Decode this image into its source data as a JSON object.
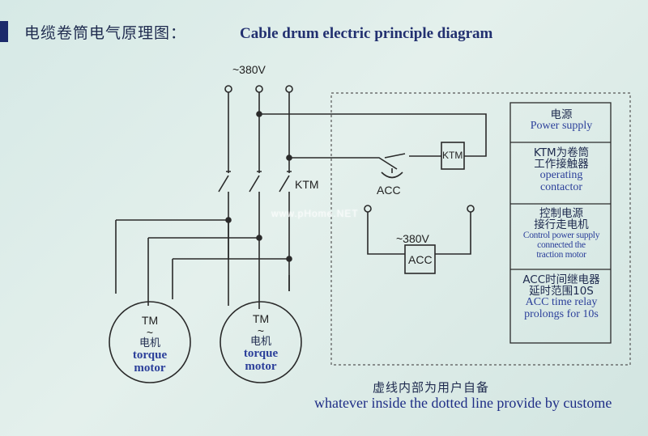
{
  "header": {
    "title_cn": "电缆卷筒电气原理图：",
    "title_en": "Cable drum electric principle diagram"
  },
  "circuit": {
    "supply_label": "~380V",
    "contactor_label": "KTM",
    "relay_contact_label": "ACC",
    "relay_supply_label": "~380V",
    "relay_coil_label": "ACC",
    "coil_box_label": "KTM"
  },
  "motors": [
    {
      "tm": "TM",
      "tilde": "~",
      "cn": "电机",
      "en1": "torque",
      "en2": "motor"
    },
    {
      "tm": "TM",
      "tilde": "~",
      "cn": "电机",
      "en1": "torque",
      "en2": "motor"
    }
  ],
  "legend": [
    {
      "cn": "电源",
      "en": "Power supply"
    },
    {
      "cn1": "KTM为卷筒",
      "cn2": "工作接触器",
      "en1": "operating",
      "en2": "contactor"
    },
    {
      "cn1": "控制电源",
      "cn2": "接行走电机",
      "en1": "Control power supply",
      "en2": "connected the",
      "en3": "traction motor"
    },
    {
      "cn1": "ACC时间继电器",
      "cn2": "延时范围10S",
      "en1": "ACC time relay",
      "en2": "prolongs for 10s"
    }
  ],
  "footer": {
    "cn": "虚线内部为用户自备",
    "en": "whatever inside the dotted line provide by custome"
  },
  "watermark": "www.pHome.NET",
  "colors": {
    "line": "#2a2a2a",
    "text_blue": "#2b3f9a",
    "bar": "#1b2a6b"
  }
}
